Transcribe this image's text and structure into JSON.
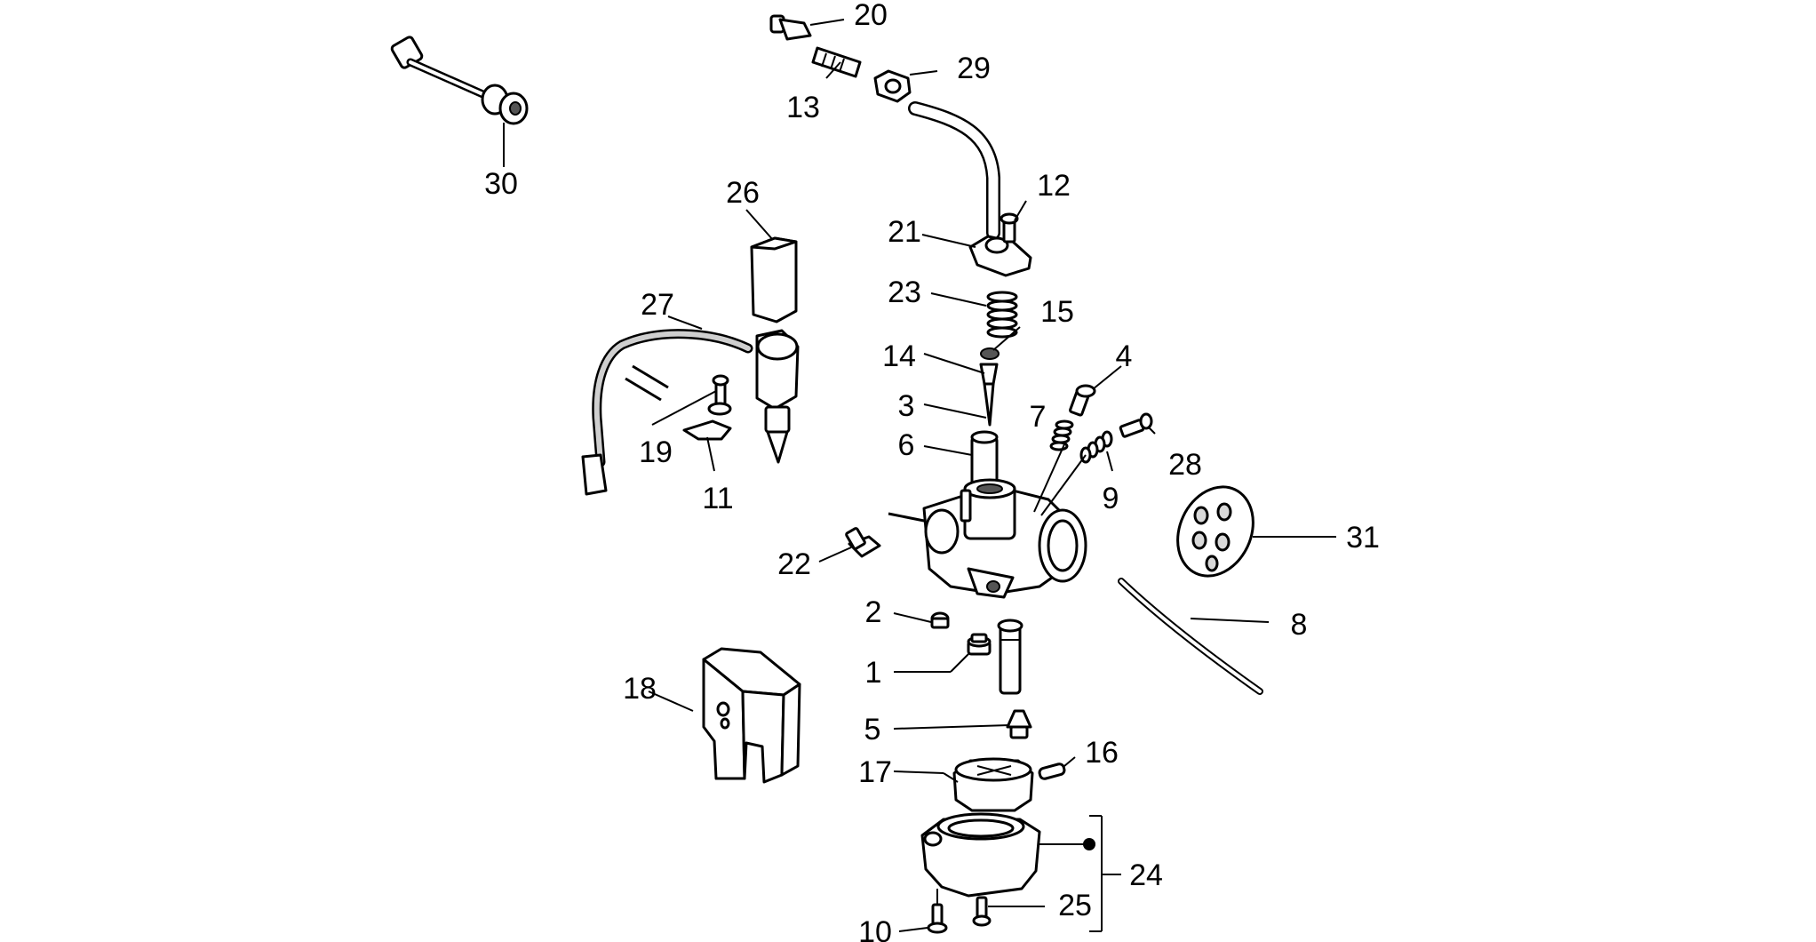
{
  "callouts": [
    {
      "label": "1"
    },
    {
      "label": "2"
    },
    {
      "label": "3"
    },
    {
      "label": "4"
    },
    {
      "label": "5"
    },
    {
      "label": "6"
    },
    {
      "label": "7"
    },
    {
      "label": "8"
    },
    {
      "label": "9"
    },
    {
      "label": "10"
    },
    {
      "label": "11"
    },
    {
      "label": "12"
    },
    {
      "label": "13"
    },
    {
      "label": "14"
    },
    {
      "label": "15"
    },
    {
      "label": "16"
    },
    {
      "label": "17"
    },
    {
      "label": "18"
    },
    {
      "label": "19"
    },
    {
      "label": "20"
    },
    {
      "label": "21"
    },
    {
      "label": "22"
    },
    {
      "label": "23"
    },
    {
      "label": "24"
    },
    {
      "label": "25"
    },
    {
      "label": "26"
    },
    {
      "label": "27"
    },
    {
      "label": "28"
    },
    {
      "label": "29"
    },
    {
      "label": "30"
    },
    {
      "label": "31"
    }
  ]
}
